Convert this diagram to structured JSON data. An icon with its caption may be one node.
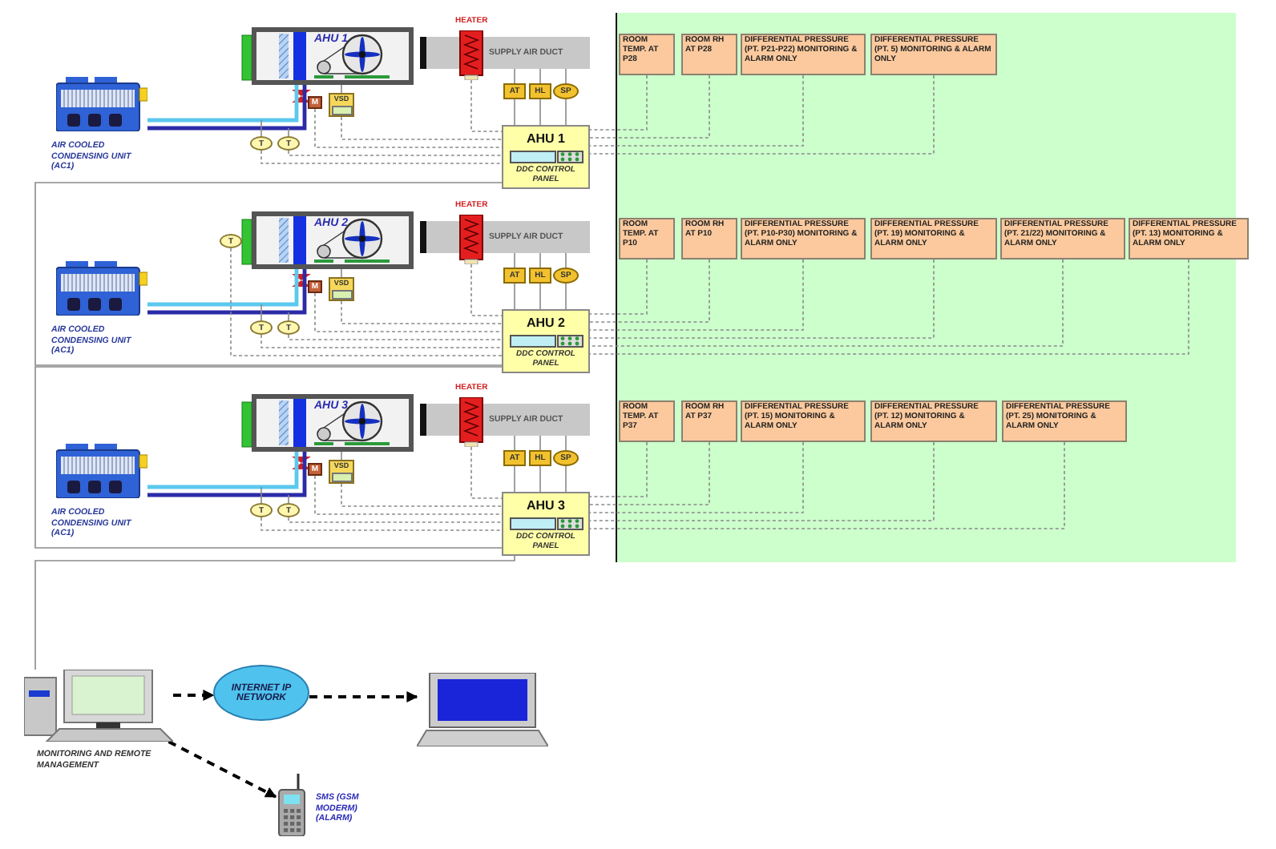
{
  "diagram": {
    "nodes": [
      {
        "text": [],
        "shape": "picture",
        "beside": [
          "AIR COOLED CONDENSING UNIT (AC1)"
        ]
      },
      {
        "text": [
          "AHU 1"
        ]
      },
      {
        "text": [
          "HEATER"
        ]
      },
      {
        "text": [
          "SUPPLY AIR DUCT"
        ]
      },
      {
        "text": [
          "ROOM TEMP. AT P28"
        ]
      },
      {
        "text": [
          "ROOM RH AT P28"
        ]
      },
      {
        "text": [
          "DIFFERENTIAL PRESSURE (PT. P21-P22) MONITORING & ALARM ONLY"
        ]
      },
      {
        "text": [
          "DIFFERENTIAL PRESSURE (PT. 5) MONITORING & ALARM ONLY"
        ]
      },
      {
        "text": [
          "M"
        ]
      },
      {
        "text": [
          "VSD"
        ]
      },
      {
        "text": [
          "AT"
        ]
      },
      {
        "text": [
          "HL"
        ]
      },
      {
        "text": [
          "SP"
        ]
      },
      {
        "text": [
          "T"
        ]
      },
      {
        "text": [
          "T"
        ]
      },
      {
        "text": [
          "AHU 1",
          "DDC CONTROL PANEL"
        ]
      },
      {
        "text": [],
        "shape": "picture",
        "beside": [
          "AIR COOLED CONDENSING UNIT (AC1)"
        ]
      },
      {
        "text": [
          "AHU 2"
        ]
      },
      {
        "text": [
          "HEATER"
        ]
      },
      {
        "text": [
          "SUPPLY AIR DUCT"
        ]
      },
      {
        "text": [
          "ROOM TEMP. AT P10"
        ]
      },
      {
        "text": [
          "ROOM RH AT P10"
        ]
      },
      {
        "text": [
          "DIFFERENTIAL PRESSURE (PT. P10-P30) MONITORING & ALARM ONLY"
        ]
      },
      {
        "text": [
          "DIFFERENTIAL PRESSURE (PT. 19) MONITORING & ALARM ONLY"
        ]
      },
      {
        "text": [
          "DIFFERENTIAL PRESSURE (PT. 21/22) MONITORING & ALARM ONLY"
        ]
      },
      {
        "text": [
          "DIFFERENTIAL PRESSURE (PT. 13) MONITORING & ALARM ONLY"
        ]
      },
      {
        "text": [
          "T"
        ]
      },
      {
        "text": [
          "M"
        ]
      },
      {
        "text": [
          "VSD"
        ]
      },
      {
        "text": [
          "AT"
        ]
      },
      {
        "text": [
          "HL"
        ]
      },
      {
        "text": [
          "SP"
        ]
      },
      {
        "text": [
          "T"
        ]
      },
      {
        "text": [
          "T"
        ]
      },
      {
        "text": [
          "AHU 2",
          "DDC CONTROL PANEL"
        ]
      },
      {
        "text": [],
        "shape": "picture",
        "beside": [
          "AIR COOLED CONDENSING UNIT (AC1)"
        ]
      },
      {
        "text": [
          "AHU 3"
        ]
      },
      {
        "text": [
          "HEATER"
        ]
      },
      {
        "text": [
          "SUPPLY AIR DUCT"
        ]
      },
      {
        "text": [
          "ROOM TEMP. AT P37"
        ]
      },
      {
        "text": [
          "ROOM RH AT P37"
        ]
      },
      {
        "text": [
          "DIFFERENTIAL PRESSURE (PT. 15) MONITORING & ALARM ONLY"
        ]
      },
      {
        "text": [
          "DIFFERENTIAL PRESSURE (PT. 12) MONITORING & ALARM ONLY"
        ]
      },
      {
        "text": [
          "DIFFERENTIAL PRESSURE (PT. 25) MONITORING & ALARM ONLY"
        ]
      },
      {
        "text": [
          "M"
        ]
      },
      {
        "text": [
          "VSD"
        ]
      },
      {
        "text": [
          "AT"
        ]
      },
      {
        "text": [
          "HL"
        ]
      },
      {
        "text": [
          "SP"
        ]
      },
      {
        "text": [
          "T"
        ]
      },
      {
        "text": [
          "T"
        ]
      },
      {
        "text": [
          "AHU 3",
          "DDC CONTROL PANEL"
        ]
      },
      {
        "text": [],
        "shape": "picture",
        "beside": [
          "MONITORING AND REMOTE MANAGEMENT"
        ]
      },
      {
        "text": [
          "INTERNET IP NETWORK"
        ]
      },
      {
        "text": [],
        "shape": "picture"
      },
      {
        "text": [],
        "shape": "picture",
        "beside": [
          "SMS (GSM MODERM) (ALARM)"
        ]
      }
    ],
    "edges": [
      {
        "from": 0,
        "to": 1,
        "arrow": "none",
        "style": "thick",
        "color": "#5bc8ee"
      },
      {
        "from": 0,
        "to": 1,
        "arrow": "none",
        "style": "thick",
        "color": "#2b2ba8"
      },
      {
        "from": 3,
        "to": 10,
        "arrow": "none"
      },
      {
        "from": 3,
        "to": 11,
        "arrow": "none"
      },
      {
        "from": 3,
        "to": 12,
        "arrow": "none"
      },
      {
        "from": 10,
        "to": 15,
        "arrow": "none"
      },
      {
        "from": 11,
        "to": 15,
        "arrow": "none"
      },
      {
        "from": 12,
        "to": 15,
        "arrow": "none"
      },
      {
        "from": 9,
        "to": 1,
        "arrow": "none"
      },
      {
        "from": 2,
        "to": 15,
        "arrow": "none",
        "style": "dashed"
      },
      {
        "from": 9,
        "to": 15,
        "arrow": "none",
        "style": "dashed"
      },
      {
        "from": 8,
        "to": 15,
        "arrow": "none",
        "style": "dashed"
      },
      {
        "from": 14,
        "to": 15,
        "arrow": "none",
        "style": "dashed"
      },
      {
        "from": 13,
        "to": 15,
        "arrow": "none",
        "style": "dashed"
      },
      {
        "from": 13,
        "to": null,
        "arrow": "none"
      },
      {
        "from": 14,
        "to": null,
        "arrow": "none"
      },
      {
        "from": 4,
        "to": 15,
        "arrow": "none",
        "style": "dashed"
      },
      {
        "from": 5,
        "to": 15,
        "arrow": "none",
        "style": "dashed"
      },
      {
        "from": 6,
        "to": 15,
        "arrow": "none",
        "style": "dashed"
      },
      {
        "from": 7,
        "to": 15,
        "arrow": "none",
        "style": "dashed"
      },
      {
        "from": 16,
        "to": 17,
        "arrow": "none",
        "style": "thick",
        "color": "#5bc8ee"
      },
      {
        "from": 16,
        "to": 17,
        "arrow": "none",
        "style": "thick",
        "color": "#2b2ba8"
      },
      {
        "from": 19,
        "to": 29,
        "arrow": "none"
      },
      {
        "from": 19,
        "to": 30,
        "arrow": "none"
      },
      {
        "from": 19,
        "to": 31,
        "arrow": "none"
      },
      {
        "from": 29,
        "to": 34,
        "arrow": "none"
      },
      {
        "from": 30,
        "to": 34,
        "arrow": "none"
      },
      {
        "from": 31,
        "to": 34,
        "arrow": "none"
      },
      {
        "from": 28,
        "to": 17,
        "arrow": "none"
      },
      {
        "from": 18,
        "to": 34,
        "arrow": "none",
        "style": "dashed"
      },
      {
        "from": 28,
        "to": 34,
        "arrow": "none",
        "style": "dashed"
      },
      {
        "from": 27,
        "to": 34,
        "arrow": "none",
        "style": "dashed"
      },
      {
        "from": 33,
        "to": 34,
        "arrow": "none",
        "style": "dashed"
      },
      {
        "from": 32,
        "to": 34,
        "arrow": "none",
        "style": "dashed"
      },
      {
        "from": 26,
        "to": 34,
        "arrow": "none",
        "style": "dashed"
      },
      {
        "from": 32,
        "to": null,
        "arrow": "none"
      },
      {
        "from": 33,
        "to": null,
        "arrow": "none"
      },
      {
        "from": 20,
        "to": 34,
        "arrow": "none",
        "style": "dashed"
      },
      {
        "from": 21,
        "to": 34,
        "arrow": "none",
        "style": "dashed"
      },
      {
        "from": 22,
        "to": 34,
        "arrow": "none",
        "style": "dashed"
      },
      {
        "from": 23,
        "to": 34,
        "arrow": "none",
        "style": "dashed"
      },
      {
        "from": 24,
        "to": 34,
        "arrow": "none",
        "style": "dashed"
      },
      {
        "from": 25,
        "to": 34,
        "arrow": "none",
        "style": "dashed"
      },
      {
        "from": 35,
        "to": 36,
        "arrow": "none",
        "style": "thick",
        "color": "#5bc8ee"
      },
      {
        "from": 35,
        "to": 36,
        "arrow": "none",
        "style": "thick",
        "color": "#2b2ba8"
      },
      {
        "from": 38,
        "to": 46,
        "arrow": "none"
      },
      {
        "from": 38,
        "to": 47,
        "arrow": "none"
      },
      {
        "from": 38,
        "to": 48,
        "arrow": "none"
      },
      {
        "from": 46,
        "to": 51,
        "arrow": "none"
      },
      {
        "from": 47,
        "to": 51,
        "arrow": "none"
      },
      {
        "from": 48,
        "to": 51,
        "arrow": "none"
      },
      {
        "from": 45,
        "to": 36,
        "arrow": "none"
      },
      {
        "from": 37,
        "to": 51,
        "arrow": "none",
        "style": "dashed"
      },
      {
        "from": 45,
        "to": 51,
        "arrow": "none",
        "style": "dashed"
      },
      {
        "from": 44,
        "to": 51,
        "arrow": "none",
        "style": "dashed"
      },
      {
        "from": 50,
        "to": 51,
        "arrow": "none",
        "style": "dashed"
      },
      {
        "from": 49,
        "to": 51,
        "arrow": "none",
        "style": "dashed"
      },
      {
        "from": 49,
        "to": null,
        "arrow": "none"
      },
      {
        "from": 50,
        "to": null,
        "arrow": "none"
      },
      {
        "from": 39,
        "to": 51,
        "arrow": "none",
        "style": "dashed"
      },
      {
        "from": 40,
        "to": 51,
        "arrow": "none",
        "style": "dashed"
      },
      {
        "from": 41,
        "to": 51,
        "arrow": "none",
        "style": "dashed"
      },
      {
        "from": 42,
        "to": 51,
        "arrow": "none",
        "style": "dashed"
      },
      {
        "from": 43,
        "to": 51,
        "arrow": "none",
        "style": "dashed"
      },
      {
        "from": 15,
        "to": 34,
        "arrow": "none"
      },
      {
        "from": 34,
        "to": 51,
        "arrow": "none"
      },
      {
        "from": 51,
        "to": 52,
        "arrow": "none"
      },
      {
        "from": 52,
        "to": 53,
        "arrow": "to",
        "style": "dashed",
        "color": "#000000"
      },
      {
        "from": 53,
        "to": 54,
        "arrow": "to",
        "style": "dashed",
        "color": "#000000"
      },
      {
        "from": 52,
        "to": 55,
        "arrow": "to",
        "style": "dashed",
        "color": "#000000"
      }
    ]
  }
}
